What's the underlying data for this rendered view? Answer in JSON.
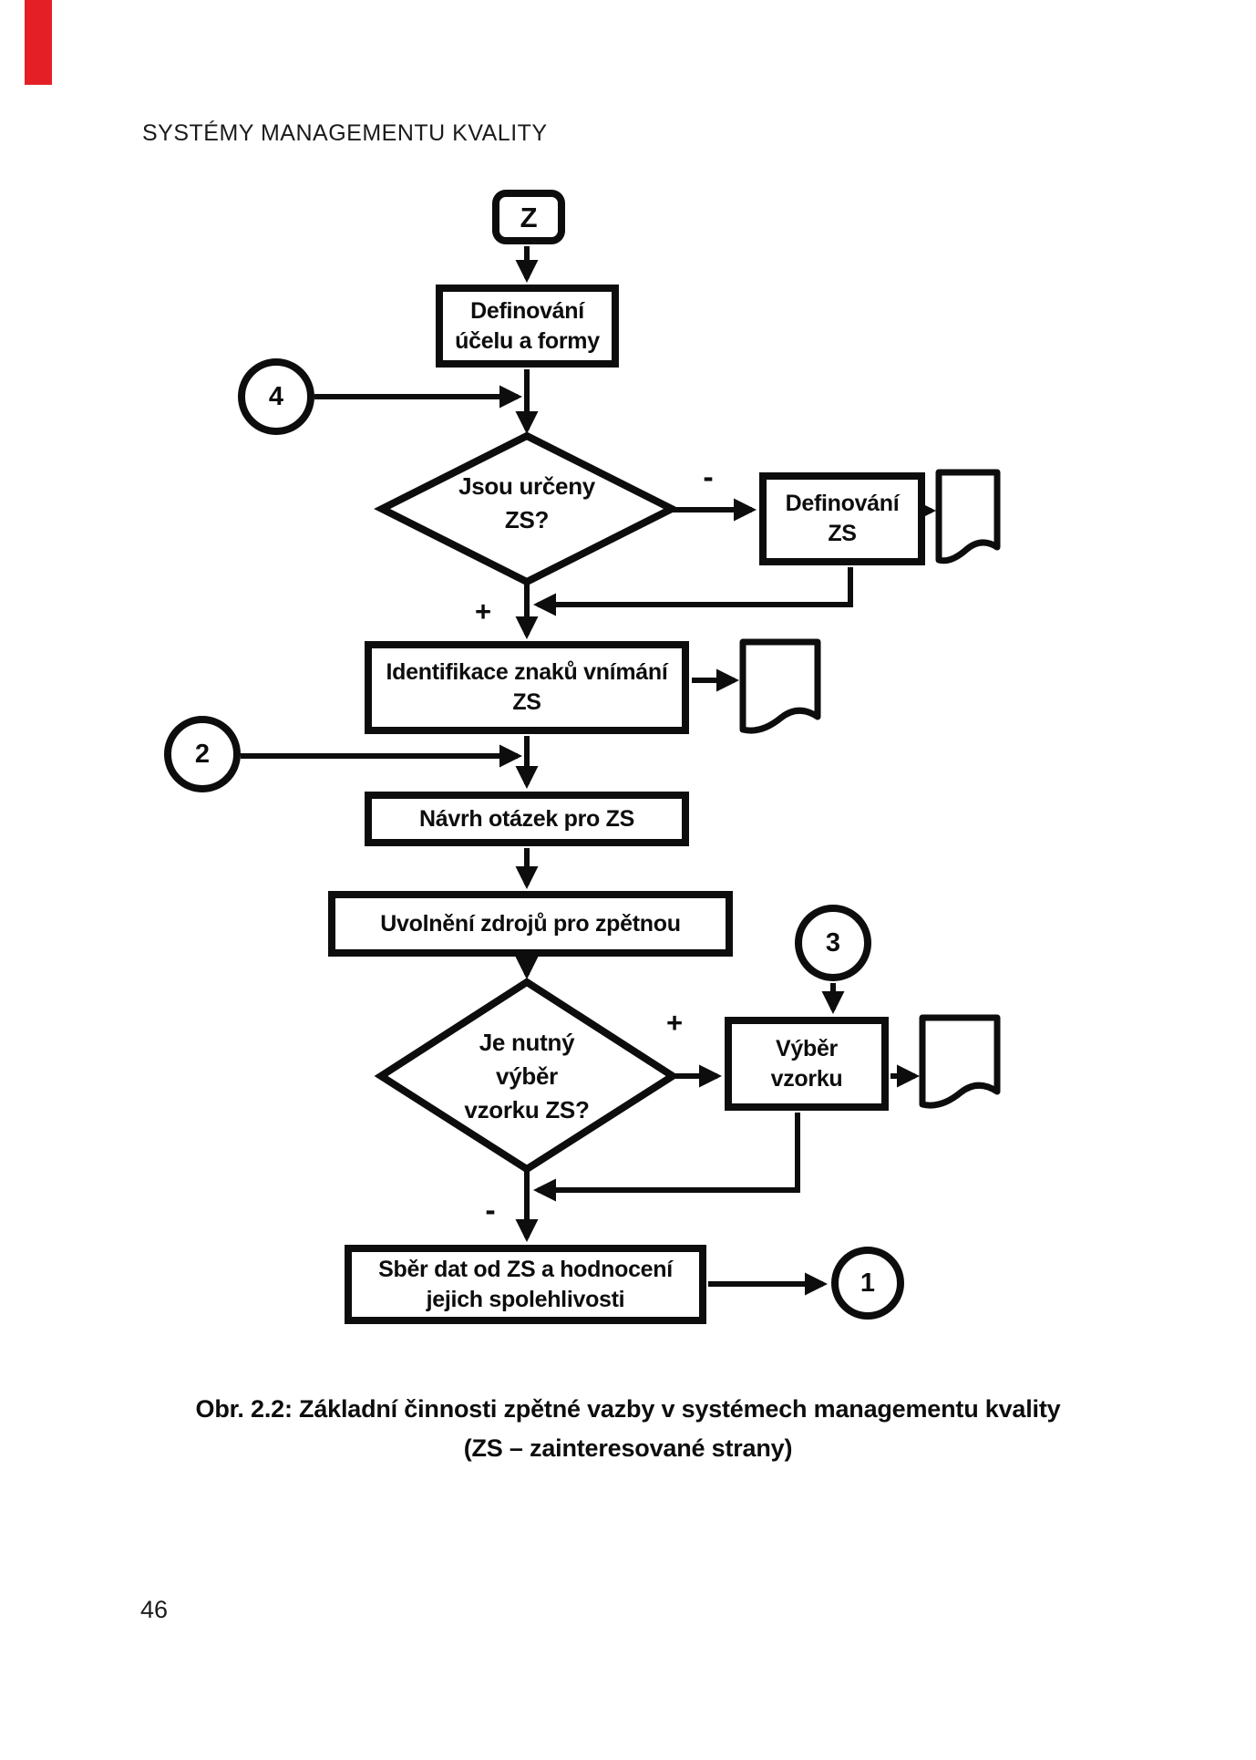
{
  "header": {
    "title": "SYSTÉMY MANAGEMENTU KVALITY"
  },
  "flowchart": {
    "start_label": "Z",
    "nodes": {
      "define_purpose": {
        "l1": "Definování",
        "l2": "účelu a formy"
      },
      "decision_zs_defined": {
        "l1": "Jsou určeny",
        "l2": "ZS?"
      },
      "define_zs": {
        "l1": "Definování",
        "l2": "ZS"
      },
      "identify_perception": {
        "l1": "Identifikace znaků vnímání",
        "l2": "ZS"
      },
      "design_questions": {
        "l1": "Návrh otázek pro ZS"
      },
      "release_resources": {
        "l1": "Uvolnění zdrojů pro zpětnou"
      },
      "decision_sampling": {
        "l1": "Je nutný",
        "l2": "výběr",
        "l3": "vzorku ZS?"
      },
      "sample_selection": {
        "l1": "Výběr",
        "l2": "vzorku"
      },
      "collect_data": {
        "l1": "Sběr dat od ZS a hodnocení",
        "l2": "jejich spolehlivosti"
      }
    },
    "connectors": {
      "c4": "4",
      "c2": "2",
      "c3": "3",
      "c1": "1"
    },
    "branch_labels": {
      "no_1": "-",
      "yes_1": "+",
      "yes_2": "+",
      "no_2": "-"
    }
  },
  "caption": {
    "line1": "Obr. 2.2: Základní činnosti zpětné vazby v systémech managementu kvality",
    "line2": "(ZS – zainteresované strany)"
  },
  "footer": {
    "page_number": "46"
  },
  "colors": {
    "ink": "#0d0d0d",
    "ribbon_red": "#e42026"
  }
}
